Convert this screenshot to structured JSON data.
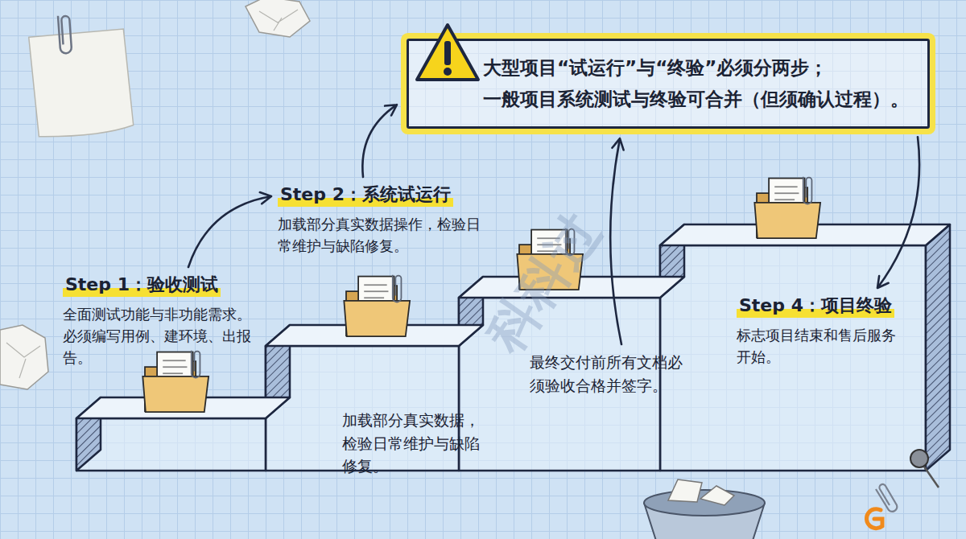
{
  "diagram": {
    "nodes": [
      {
        "text": [
          "大型项目“试运行”与“终验”必须分两步；",
          "一般项目系统测试与终验可合并（但须确认过程）。"
        ]
      },
      {
        "text": [
          "Step 1：验收测试",
          "全面测试功能与非功能需求。必须编写用例、建环境、出报告。"
        ]
      },
      {
        "text": [
          "Step 2：系统试运行",
          "加载部分真实数据操作，检验日常维护与缺陷修复。"
        ]
      },
      {
        "text": [
          "最终交付前所有文档必须验收合格并签字。"
        ]
      },
      {
        "text": [
          "Step 4：项目终验",
          "标志项目结束和售后服务开始。"
        ]
      }
    ],
    "edges": [
      {
        "from": 1,
        "to": 2,
        "arrow": "to"
      },
      {
        "from": 2,
        "to": 0,
        "arrow": "to"
      },
      {
        "from": 3,
        "to": 0,
        "arrow": "to"
      },
      {
        "from": 0,
        "to": 4,
        "arrow": "to"
      }
    ],
    "labels": [
      "加载部分真实数据，检验日常维护与缺陷修复。",
      "科科过",
      "科科过"
    ]
  }
}
